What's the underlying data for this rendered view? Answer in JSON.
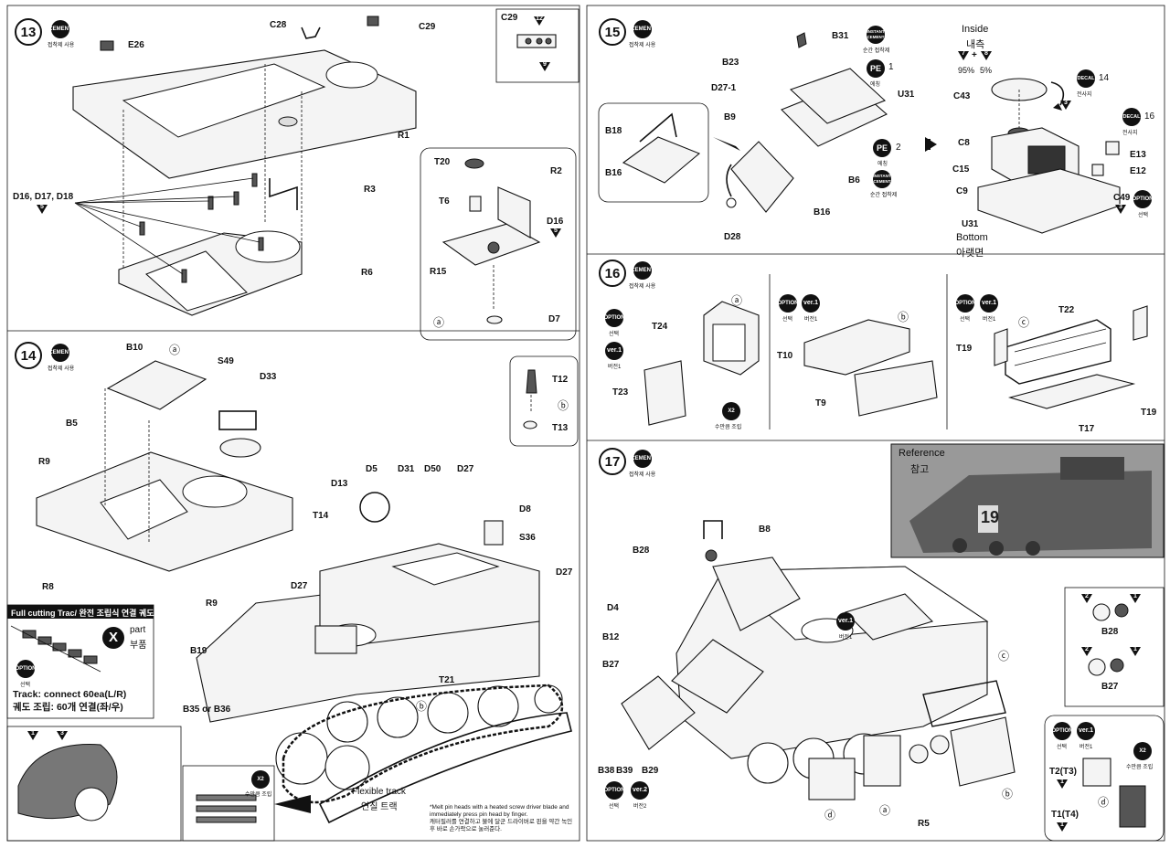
{
  "steps": {
    "s13": "13",
    "s14": "14",
    "s15": "15",
    "s16": "16",
    "s17": "17"
  },
  "badges": {
    "cement": "CEMENT",
    "cement_sub": "접착제 사용",
    "instant": "INSTANT CEMENT",
    "instant_sub": "순간 접착제",
    "pe": "PE",
    "pe_sub": "에칭",
    "decal": "DECAL",
    "decal_sub": "전사지",
    "option": "OPTION",
    "option_sub": "선택",
    "ver1": "ver.1",
    "ver1_sub": "버전1",
    "ver2": "ver.2",
    "ver2_sub": "버전2",
    "x2": "X2",
    "x2_sub": "수만큼 조립",
    "x_part": "X",
    "pe1_count": "1",
    "pe2_count": "2",
    "decal14": "14",
    "decal16": "16"
  },
  "labels13": {
    "c28": "C28",
    "c29": "C29",
    "e26": "E26",
    "r1": "R1",
    "r3": "R3",
    "r6": "R6",
    "d16_18": "D16, D17, D18",
    "tri5": "5",
    "inset_c29": "C29",
    "inset_12": "12",
    "inset_9": "9",
    "t20": "T20",
    "t6": "T6",
    "r2": "R2",
    "d16": "D16",
    "tri5b": "5",
    "r15": "R15",
    "d7": "D7",
    "a": "ⓐ",
    "t12": "T12",
    "t13": "T13",
    "b": "ⓑ"
  },
  "labels14": {
    "b10": "B10",
    "a": "ⓐ",
    "s49": "S49",
    "d33": "D33",
    "b5": "B5",
    "r9a": "R9",
    "r8": "R8",
    "r9b": "R9",
    "d13": "D13",
    "d5": "D5",
    "d31": "D31",
    "d50": "D50",
    "d27a": "D27",
    "d8": "D8",
    "s36": "S36",
    "t14": "T14",
    "d27b": "D27",
    "d27c": "D27",
    "b19": "B19",
    "b35": "B35 or B36",
    "t21": "T21",
    "b": "ⓑ"
  },
  "track": {
    "title": "Full cutting Trac/ 완전 조립식 연결 궤도",
    "part": "part",
    "part_kr": "부품",
    "connect_en": "Track: connect 60ea(L/R)",
    "connect_kr": "궤도 조립: 60개 연결(좌/우)",
    "tri1": "1",
    "tri3": "3",
    "flexible_en": "Flexible track",
    "flexible_kr": "연질 트랙",
    "melt_note": "*Melt pin heads with a heated screw driver blade and immediately press pin head by finger.",
    "melt_note_kr": "캐터필러를 연결하고 불에 달군 드라이버로 핀을 약간 녹인 후 바로 손가락으로 눌러준다."
  },
  "labels15": {
    "b31": "B31",
    "b23": "B23",
    "d27_1": "D27-1",
    "u31": "U31",
    "b9": "B9",
    "b6": "B6",
    "b18": "B18",
    "b16a": "B16",
    "b16b": "B16",
    "d28": "D28",
    "inside_en": "Inside",
    "inside_kr": "내측",
    "tri7": "7",
    "tri8": "8",
    "pct95": "95%",
    "pct5": "5%",
    "c43": "C43",
    "c8": "C8",
    "c15": "C15",
    "c9": "C9",
    "e13": "E13",
    "e12": "E12",
    "c49": "C49",
    "tri3a": "3",
    "tri3b": "3",
    "u31b": "U31",
    "bottom_en": "Bottom",
    "bottom_kr": "아랫면"
  },
  "labels16": {
    "a": "ⓐ",
    "t24": "T24",
    "t23": "T23",
    "b": "ⓑ",
    "t10": "T10",
    "t9": "T9",
    "c": "ⓒ",
    "t22": "T22",
    "t19a": "T19",
    "t19b": "T19",
    "t17": "T17"
  },
  "labels17": {
    "reference_en": "Reference",
    "reference_kr": "참고",
    "hull_no": "19",
    "b8": "B8",
    "b28": "B28",
    "d4": "D4",
    "b12": "B12",
    "b27": "B27",
    "c": "ⓒ",
    "b38": "B38",
    "b39": "B39",
    "b29": "B29",
    "d": "ⓓ",
    "a": "ⓐ",
    "b": "ⓑ",
    "r5": "R5",
    "inset_b28": "B28",
    "inset_b27": "B27",
    "tri2a": "2",
    "tri1a": "1",
    "tri2b": "2",
    "tri1b": "1",
    "t2t3": "T2(T3)",
    "t1t4": "T1(T4)",
    "d2": "ⓓ",
    "tri1c": "1",
    "tri1d": "1"
  }
}
